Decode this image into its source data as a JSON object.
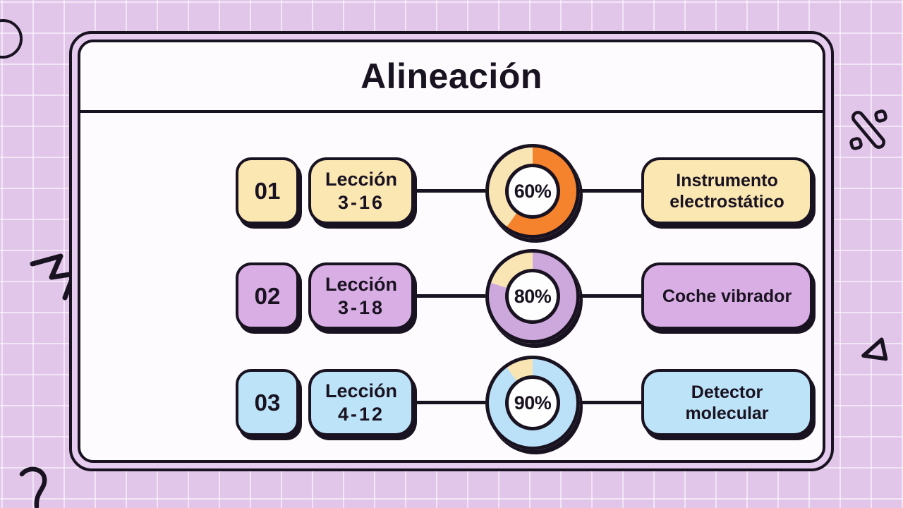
{
  "title": "Alineación",
  "palette": {
    "background": "#E2C6EA",
    "grid_line": "#FFFFFF",
    "outline": "#191220",
    "card_gap": "#E6CCEF",
    "card_face": "#FDFBFD",
    "remainder": "#F9E5B4"
  },
  "rows": [
    {
      "number": "01",
      "lesson_label": "Lección",
      "lesson_value": "3-16",
      "percent": 60,
      "percent_label": "60%",
      "result": "Instrumento electrostático",
      "colors": {
        "box": "#FBE7B2",
        "donut": "#F5822D"
      }
    },
    {
      "number": "02",
      "lesson_label": "Lección",
      "lesson_value": "3-18",
      "percent": 80,
      "percent_label": "80%",
      "result": "Coche vibrador",
      "colors": {
        "box": "#D9AEE4",
        "donut": "#CDA8DD"
      }
    },
    {
      "number": "03",
      "lesson_label": "Lección",
      "lesson_value": "4-12",
      "percent": 90,
      "percent_label": "90%",
      "result": "Detector molecular",
      "colors": {
        "box": "#BCE3F8",
        "donut": "#BAE1F7"
      }
    }
  ],
  "chart_data": {
    "type": "pie",
    "title": "Alineación",
    "items": [
      {
        "label": "Lección 3-16 — Instrumento electrostático",
        "value": 60
      },
      {
        "label": "Lección 3-18 — Coche vibrador",
        "value": 80
      },
      {
        "label": "Lección 4-12 — Detector molecular",
        "value": 90
      }
    ]
  }
}
